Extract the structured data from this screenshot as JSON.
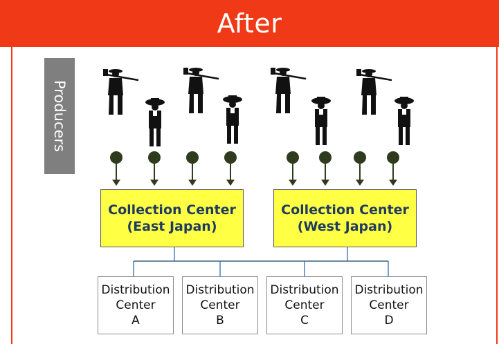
{
  "header": {
    "title": "After"
  },
  "sidebar_label": "Producers",
  "collection_centers": [
    {
      "line1": "Collection Center",
      "line2": "(East Japan)"
    },
    {
      "line1": "Collection Center",
      "line2": "(West Japan)"
    }
  ],
  "distribution_centers": [
    {
      "line1": "Distribution",
      "line2": "Center",
      "line3": "A"
    },
    {
      "line1": "Distribution",
      "line2": "Center",
      "line3": "B"
    },
    {
      "line1": "Distribution",
      "line2": "Center",
      "line3": "C"
    },
    {
      "line1": "Distribution",
      "line2": "Center",
      "line3": "D"
    }
  ],
  "colors": {
    "header_bg": "#f03a17",
    "collection_fill": "#ffff44",
    "collection_text": "#1f3a60",
    "node_green": "#2f3b1e",
    "connector_blue": "#4f7fb8"
  },
  "icons": {
    "producer_farmer": "farmer-with-hoe-icon",
    "producer_sombrero": "farmer-with-hat-icon"
  }
}
